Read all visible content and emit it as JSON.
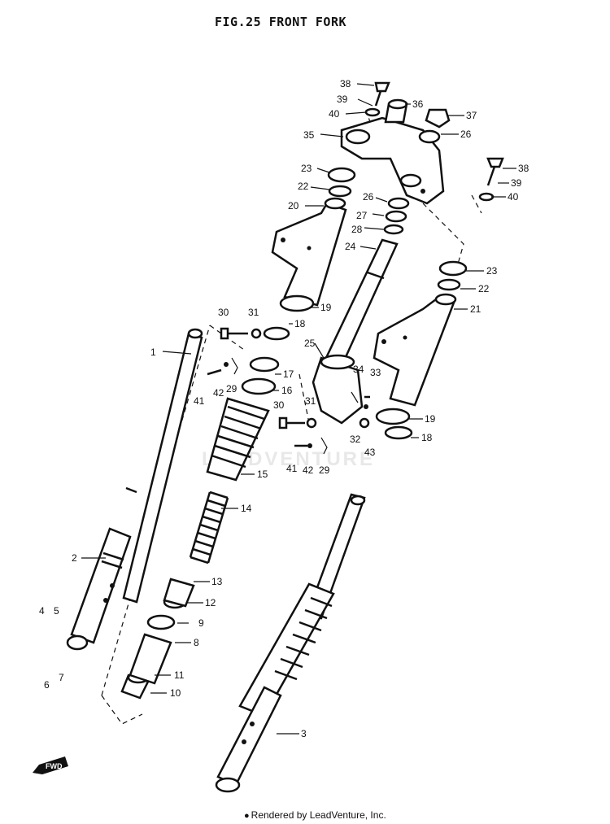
{
  "title": "FIG.25  FRONT FORK",
  "footer": "Rendered by LeadVenture, Inc.",
  "watermark": "LEADVENTURE",
  "fwd_label": "FWD",
  "callouts": [
    "1",
    "2",
    "3",
    "4",
    "5",
    "6",
    "7",
    "8",
    "9",
    "10",
    "11",
    "12",
    "13",
    "14",
    "15",
    "16",
    "17",
    "18",
    "18",
    "19",
    "19",
    "20",
    "21",
    "22",
    "22",
    "23",
    "23",
    "24",
    "25",
    "26",
    "26",
    "27",
    "28",
    "29",
    "29",
    "30",
    "30",
    "31",
    "31",
    "32",
    "33",
    "34",
    "35",
    "36",
    "37",
    "38",
    "38",
    "39",
    "39",
    "40",
    "40",
    "41",
    "41",
    "42",
    "42",
    "43"
  ]
}
